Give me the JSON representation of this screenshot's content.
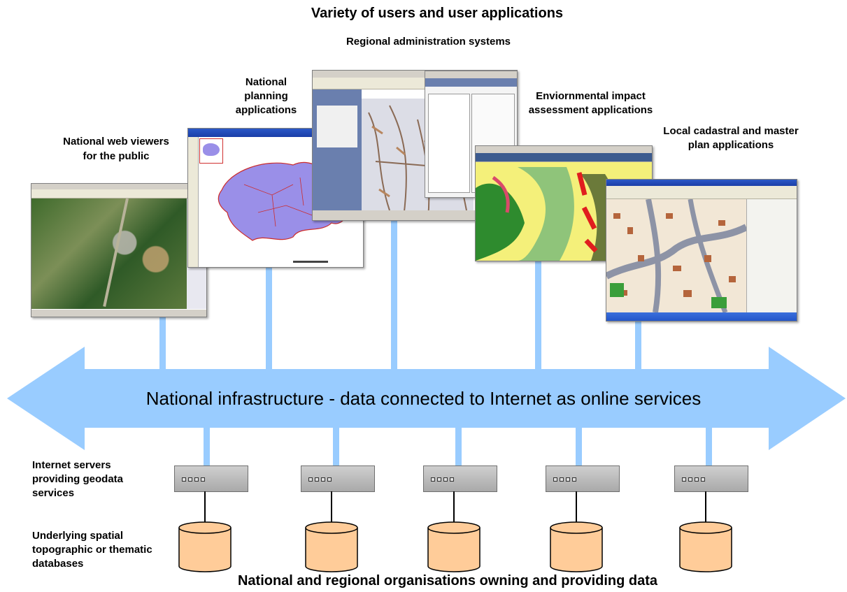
{
  "header": {
    "title": "Variety of users and user applications"
  },
  "applications": [
    {
      "id": "public",
      "label": "National web viewers for the public"
    },
    {
      "id": "planning",
      "label": "National planning applications"
    },
    {
      "id": "regional",
      "label": "Regional administration systems"
    },
    {
      "id": "environment",
      "label": "Enviornmental impact assessment applications"
    },
    {
      "id": "cadastral",
      "label": "Local cadastral and master plan applications"
    }
  ],
  "infrastructure": {
    "label": "National  infrastructure - data connected to Internet as online services"
  },
  "layers": {
    "servers": "Internet servers providing geodata services",
    "databases": "Underlying spatial topographic or thematic databases"
  },
  "footer": {
    "label": "National and regional organisations owning and providing data"
  },
  "colors": {
    "arrow": "#99ccff",
    "connector": "#99ccff",
    "server": "#b8b8b8",
    "database": "#ffcc99",
    "database_stroke": "#000000"
  }
}
